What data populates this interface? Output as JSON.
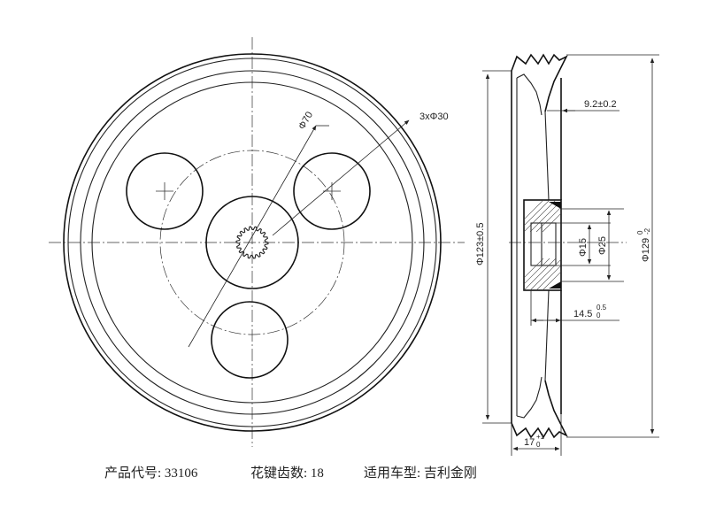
{
  "drawing": {
    "dimensions": {
      "hole_pattern_dia": "Φ70",
      "hole_dia": "3xΦ30",
      "groove_offset": "9.2±0.2",
      "rim_dia": "Φ123±0.5",
      "bore_dia": "Φ15",
      "hub_dia": "Φ25",
      "outer_dia": "Φ129",
      "outer_dia_tol_upper": "0",
      "outer_dia_tol_lower": "-2",
      "hub_depth": "14.5",
      "hub_depth_tol_upper": "0.5",
      "hub_depth_tol_lower": "0",
      "width": "17",
      "width_tol_upper": "+1",
      "width_tol_lower": "0"
    }
  },
  "info": {
    "product_code": "产品代号: 33106",
    "spline_teeth": "花键齿数: 18",
    "vehicle": "适用车型: 吉利金刚"
  }
}
